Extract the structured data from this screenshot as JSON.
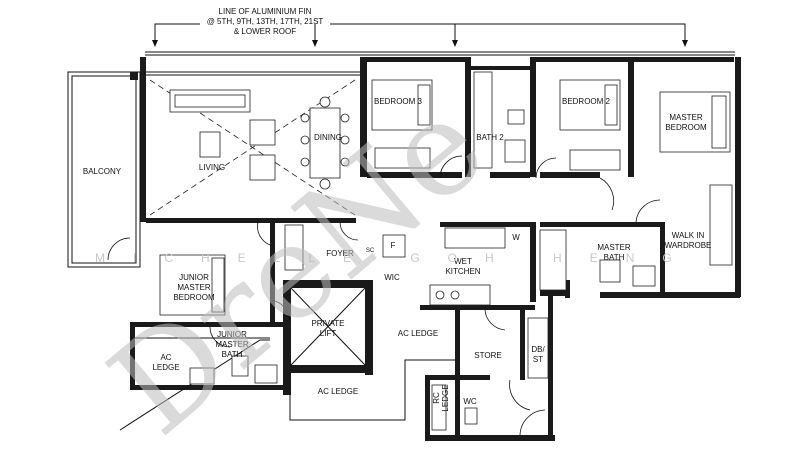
{
  "annotation": {
    "lines": [
      "LINE OF ALUMINIUM FIN",
      "@ 5TH, 9TH, 13TH, 17TH, 21ST",
      "&     LOWER ROOF"
    ]
  },
  "rooms": {
    "balcony": "BALCONY",
    "living": "LIVING",
    "dining": "DINING",
    "bedroom3": "BEDROOM 3",
    "bath2": "BATH 2",
    "bedroom2": "BEDROOM 2",
    "master_bedroom": [
      "MASTER",
      "BEDROOM"
    ],
    "walk_in_wardrobe": [
      "WALK IN",
      "WARDROBE"
    ],
    "master_bath": [
      "MASTER",
      "BATH"
    ],
    "junior_master_bedroom": [
      "JUNIOR",
      "MASTER",
      "BEDROOM"
    ],
    "junior_master_bath": [
      "JUNIOR",
      "MASTER",
      "BATH"
    ],
    "foyer": "FOYER",
    "sc": "SC",
    "f": "F",
    "wic": "WIC",
    "wet_kitchen": [
      "WET",
      "KITCHEN"
    ],
    "w": "W",
    "private_lift": [
      "PRIVATE",
      "LIFT"
    ],
    "ac_ledge_left": [
      "AC",
      "LEDGE"
    ],
    "ac_ledge_mid": "AC LEDGE",
    "ac_ledge_bottom": "AC LEDGE",
    "store": "STORE",
    "db_st": [
      "DB/",
      "ST"
    ],
    "rc_ledge": [
      "RC",
      "LEDGE"
    ],
    "wc": "WC"
  },
  "watermark": {
    "big": "DreNe",
    "small": "MICHELLE GOH HENG"
  }
}
